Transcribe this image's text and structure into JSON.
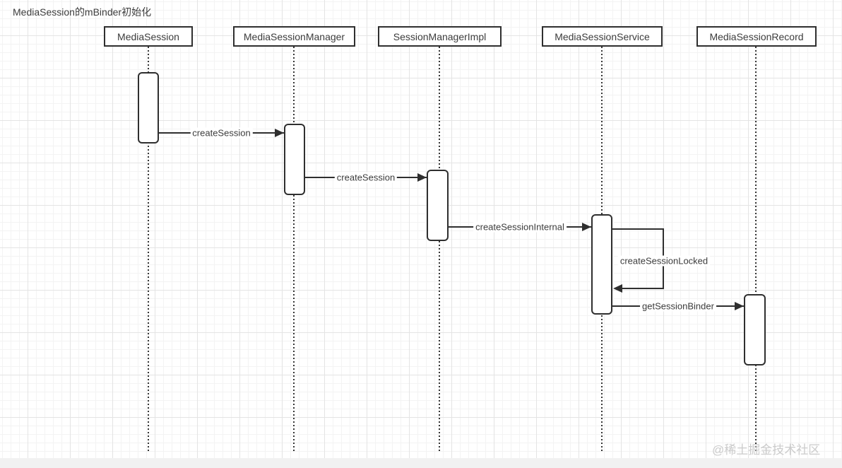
{
  "page": {
    "title": "MediaSession的mBinder初始化",
    "watermark": "@稀土掘金技术社区"
  },
  "diagram": {
    "type": "uml-sequence-diagram",
    "participants": [
      {
        "name": "MediaSession"
      },
      {
        "name": "MediaSessionManager"
      },
      {
        "name": "SessionManagerImpl"
      },
      {
        "name": "MediaSessionService"
      },
      {
        "name": "MediaSessionRecord"
      }
    ],
    "messages": [
      {
        "label": "createSession",
        "from": "MediaSession",
        "to": "MediaSessionManager",
        "self_message": false
      },
      {
        "label": "createSession",
        "from": "MediaSessionManager",
        "to": "SessionManagerImpl",
        "self_message": false
      },
      {
        "label": "createSessionInternal",
        "from": "SessionManagerImpl",
        "to": "MediaSessionService",
        "self_message": false
      },
      {
        "label": "createSessionLocked",
        "from": "MediaSessionService",
        "to": "MediaSessionService",
        "self_message": true
      },
      {
        "label": "getSessionBinder",
        "from": "MediaSessionService",
        "to": "MediaSessionRecord",
        "self_message": false
      }
    ]
  },
  "colors": {
    "line": "#2f2f2f",
    "text": "#3c3c3c",
    "watermark": "#cbcbcb",
    "grid_minor": "#f3f3f3",
    "grid_major": "#e4e4e4",
    "bottom_bar": "#f1f1f1",
    "background": "#ffffff"
  }
}
